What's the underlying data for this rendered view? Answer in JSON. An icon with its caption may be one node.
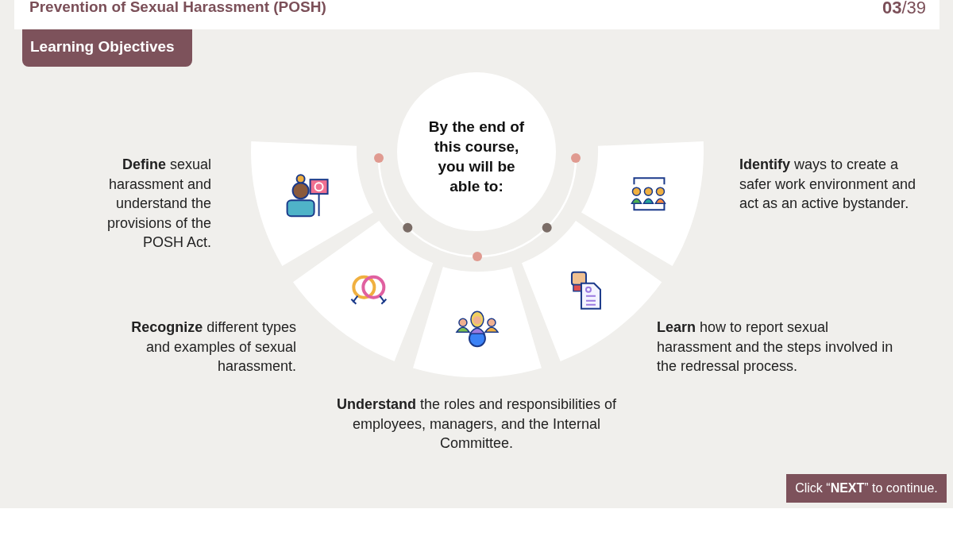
{
  "diagram": {
    "title": "Prevention of Sexual Harassment (POSH)",
    "nodes": [
      {
        "text": [
          "By the end of this course, you will be able to:"
        ]
      },
      {
        "text": [],
        "shape": "box",
        "beside": [
          "**Define** sexual harassment and understand the provisions of the POSH Act."
        ]
      },
      {
        "text": [],
        "shape": "box",
        "beside": [
          "**Identify** ways to create a safer work environment and act as an active bystander."
        ]
      },
      {
        "text": [],
        "shape": "box",
        "beside": [
          "**Recognize** different types and examples of sexual harassment."
        ]
      },
      {
        "text": [],
        "shape": "box",
        "beside": [
          "**Learn** how to report sexual harassment and the steps involved in the redressal process."
        ]
      },
      {
        "text": [],
        "shape": "box",
        "beside": [
          "**Understand** the roles and responsibilities of employees, managers, and the Internal Committee."
        ]
      }
    ],
    "edges": [],
    "labels": [
      "**03**/39",
      "Learning Objectives",
      "Click “**NEXT**” to continue."
    ]
  }
}
